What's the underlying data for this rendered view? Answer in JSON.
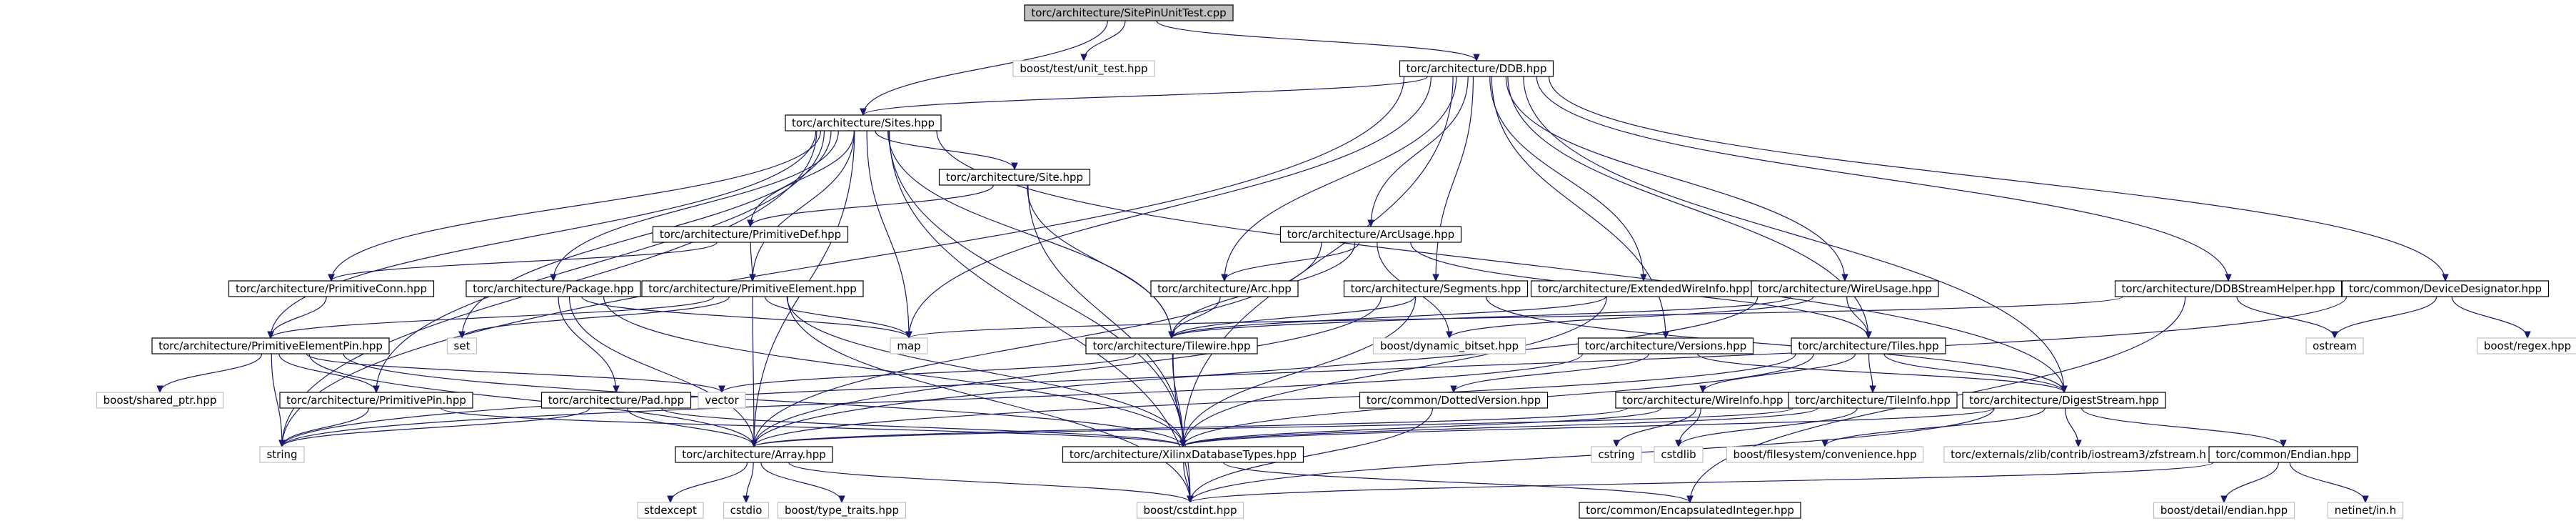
{
  "diagram": {
    "type": "include-dependency-graph",
    "root": "root",
    "nodes": [
      {
        "id": "root",
        "label": "torc/architecture/SitePinUnitTest.cpp",
        "kind": "root"
      },
      {
        "id": "unit_test",
        "label": "boost/test/unit_test.hpp",
        "kind": "system"
      },
      {
        "id": "sites",
        "label": "torc/architecture/Sites.hpp",
        "kind": "local"
      },
      {
        "id": "ddb",
        "label": "torc/architecture/DDB.hpp",
        "kind": "local"
      },
      {
        "id": "site",
        "label": "torc/architecture/Site.hpp",
        "kind": "local"
      },
      {
        "id": "primdef",
        "label": "torc/architecture/PrimitiveDef.hpp",
        "kind": "local"
      },
      {
        "id": "arcusage",
        "label": "torc/architecture/ArcUsage.hpp",
        "kind": "local"
      },
      {
        "id": "primconn",
        "label": "torc/architecture/PrimitiveConn.hpp",
        "kind": "local"
      },
      {
        "id": "package",
        "label": "torc/architecture/Package.hpp",
        "kind": "local"
      },
      {
        "id": "primelem",
        "label": "torc/architecture/PrimitiveElement.hpp",
        "kind": "local"
      },
      {
        "id": "arc",
        "label": "torc/architecture/Arc.hpp",
        "kind": "local"
      },
      {
        "id": "segments",
        "label": "torc/architecture/Segments.hpp",
        "kind": "local"
      },
      {
        "id": "extwire",
        "label": "torc/architecture/ExtendedWireInfo.hpp",
        "kind": "local"
      },
      {
        "id": "wireusage",
        "label": "torc/architecture/WireUsage.hpp",
        "kind": "local"
      },
      {
        "id": "ddbsh",
        "label": "torc/architecture/DDBStreamHelper.hpp",
        "kind": "local"
      },
      {
        "id": "devdes",
        "label": "torc/common/DeviceDesignator.hpp",
        "kind": "local"
      },
      {
        "id": "primelempin",
        "label": "torc/architecture/PrimitiveElementPin.hpp",
        "kind": "local"
      },
      {
        "id": "set",
        "label": "set",
        "kind": "system"
      },
      {
        "id": "map",
        "label": "map",
        "kind": "system"
      },
      {
        "id": "tilewire",
        "label": "torc/architecture/Tilewire.hpp",
        "kind": "local"
      },
      {
        "id": "dynbitset",
        "label": "boost/dynamic_bitset.hpp",
        "kind": "system"
      },
      {
        "id": "versions",
        "label": "torc/architecture/Versions.hpp",
        "kind": "local"
      },
      {
        "id": "tiles",
        "label": "torc/architecture/Tiles.hpp",
        "kind": "local"
      },
      {
        "id": "ostream",
        "label": "ostream",
        "kind": "system"
      },
      {
        "id": "regex",
        "label": "boost/regex.hpp",
        "kind": "system"
      },
      {
        "id": "sharedptr",
        "label": "boost/shared_ptr.hpp",
        "kind": "system"
      },
      {
        "id": "primpin",
        "label": "torc/architecture/PrimitivePin.hpp",
        "kind": "local"
      },
      {
        "id": "pad",
        "label": "torc/architecture/Pad.hpp",
        "kind": "local"
      },
      {
        "id": "vector",
        "label": "vector",
        "kind": "system"
      },
      {
        "id": "dotted",
        "label": "torc/common/DottedVersion.hpp",
        "kind": "local"
      },
      {
        "id": "wireinfo",
        "label": "torc/architecture/WireInfo.hpp",
        "kind": "local"
      },
      {
        "id": "tileinfo",
        "label": "torc/architecture/TileInfo.hpp",
        "kind": "local"
      },
      {
        "id": "digest",
        "label": "torc/architecture/DigestStream.hpp",
        "kind": "local"
      },
      {
        "id": "string",
        "label": "string",
        "kind": "system"
      },
      {
        "id": "array",
        "label": "torc/architecture/Array.hpp",
        "kind": "local"
      },
      {
        "id": "xdt",
        "label": "torc/architecture/XilinxDatabaseTypes.hpp",
        "kind": "local"
      },
      {
        "id": "cstring",
        "label": "cstring",
        "kind": "system"
      },
      {
        "id": "cstdlib",
        "label": "cstdlib",
        "kind": "system"
      },
      {
        "id": "fsconv",
        "label": "boost/filesystem/convenience.hpp",
        "kind": "system"
      },
      {
        "id": "zfstream",
        "label": "torc/externals/zlib/contrib/iostream3/zfstream.h",
        "kind": "system"
      },
      {
        "id": "endian",
        "label": "torc/common/Endian.hpp",
        "kind": "local"
      },
      {
        "id": "stdexcept",
        "label": "stdexcept",
        "kind": "system"
      },
      {
        "id": "cstdio",
        "label": "cstdio",
        "kind": "system"
      },
      {
        "id": "typetraits",
        "label": "boost/type_traits.hpp",
        "kind": "system"
      },
      {
        "id": "cstdint",
        "label": "boost/cstdint.hpp",
        "kind": "system"
      },
      {
        "id": "encint",
        "label": "torc/common/EncapsulatedInteger.hpp",
        "kind": "local"
      },
      {
        "id": "bdendian",
        "label": "boost/detail/endian.hpp",
        "kind": "system"
      },
      {
        "id": "netinet",
        "label": "netinet/in.h",
        "kind": "system"
      }
    ],
    "edges": [
      [
        "root",
        "unit_test"
      ],
      [
        "root",
        "sites"
      ],
      [
        "root",
        "ddb"
      ],
      [
        "ddb",
        "sites"
      ],
      [
        "ddb",
        "arcusage"
      ],
      [
        "ddb",
        "segments"
      ],
      [
        "ddb",
        "extwire"
      ],
      [
        "ddb",
        "wireusage"
      ],
      [
        "ddb",
        "ddbsh"
      ],
      [
        "ddb",
        "devdes"
      ],
      [
        "ddb",
        "versions"
      ],
      [
        "ddb",
        "tiles"
      ],
      [
        "ddb",
        "digest"
      ],
      [
        "ddb",
        "arc"
      ],
      [
        "ddb",
        "map"
      ],
      [
        "ddb",
        "string"
      ],
      [
        "ddb",
        "xdt"
      ],
      [
        "sites",
        "site"
      ],
      [
        "sites",
        "primdef"
      ],
      [
        "sites",
        "primconn"
      ],
      [
        "sites",
        "package"
      ],
      [
        "sites",
        "primelem"
      ],
      [
        "sites",
        "primelempin"
      ],
      [
        "sites",
        "primpin"
      ],
      [
        "sites",
        "set"
      ],
      [
        "sites",
        "map"
      ],
      [
        "sites",
        "tilewire"
      ],
      [
        "sites",
        "string"
      ],
      [
        "sites",
        "array"
      ],
      [
        "sites",
        "xdt"
      ],
      [
        "sites",
        "cstdint"
      ],
      [
        "sites",
        "digest"
      ],
      [
        "site",
        "primdef"
      ],
      [
        "site",
        "tilewire"
      ],
      [
        "site",
        "xdt"
      ],
      [
        "primdef",
        "primconn"
      ],
      [
        "primdef",
        "primelem"
      ],
      [
        "primconn",
        "primelempin"
      ],
      [
        "primelem",
        "primelempin"
      ],
      [
        "primelem",
        "set"
      ],
      [
        "primelem",
        "map"
      ],
      [
        "primelem",
        "array"
      ],
      [
        "primelem",
        "xdt"
      ],
      [
        "primelem",
        "cstdint"
      ],
      [
        "primelempin",
        "primpin"
      ],
      [
        "primelempin",
        "sharedptr"
      ],
      [
        "primelempin",
        "vector"
      ],
      [
        "primelempin",
        "string"
      ],
      [
        "primelempin",
        "array"
      ],
      [
        "primelempin",
        "xdt"
      ],
      [
        "primpin",
        "string"
      ],
      [
        "primpin",
        "xdt"
      ],
      [
        "package",
        "pad"
      ],
      [
        "package",
        "map"
      ],
      [
        "package",
        "array"
      ],
      [
        "package",
        "xdt"
      ],
      [
        "pad",
        "string"
      ],
      [
        "pad",
        "array"
      ],
      [
        "pad",
        "xdt"
      ],
      [
        "arcusage",
        "arc"
      ],
      [
        "arcusage",
        "tilewire"
      ],
      [
        "arcusage",
        "tiles"
      ],
      [
        "arcusage",
        "dynbitset"
      ],
      [
        "arcusage",
        "array"
      ],
      [
        "arc",
        "tilewire"
      ],
      [
        "segments",
        "tilewire"
      ],
      [
        "segments",
        "array"
      ],
      [
        "segments",
        "xdt"
      ],
      [
        "segments",
        "digest"
      ],
      [
        "extwire",
        "tilewire"
      ],
      [
        "extwire",
        "xdt"
      ],
      [
        "wireusage",
        "tilewire"
      ],
      [
        "wireusage",
        "tiles"
      ],
      [
        "wireusage",
        "dynbitset"
      ],
      [
        "wireusage",
        "array"
      ],
      [
        "tilewire",
        "vector"
      ],
      [
        "tilewire",
        "xdt"
      ],
      [
        "tilewire",
        "cstdint"
      ],
      [
        "versions",
        "dotted"
      ],
      [
        "versions",
        "digest"
      ],
      [
        "versions",
        "string"
      ],
      [
        "tiles",
        "wireinfo"
      ],
      [
        "tiles",
        "tileinfo"
      ],
      [
        "tiles",
        "digest"
      ],
      [
        "tiles",
        "array"
      ],
      [
        "tiles",
        "xdt"
      ],
      [
        "wireinfo",
        "cstring"
      ],
      [
        "wireinfo",
        "cstdlib"
      ],
      [
        "wireinfo",
        "array"
      ],
      [
        "wireinfo",
        "xdt"
      ],
      [
        "tileinfo",
        "cstdlib"
      ],
      [
        "tileinfo",
        "array"
      ],
      [
        "tileinfo",
        "xdt"
      ],
      [
        "digest",
        "fsconv"
      ],
      [
        "digest",
        "zfstream"
      ],
      [
        "digest",
        "endian"
      ],
      [
        "digest",
        "cstdint"
      ],
      [
        "digest",
        "xdt"
      ],
      [
        "endian",
        "bdendian"
      ],
      [
        "endian",
        "netinet"
      ],
      [
        "endian",
        "cstdint"
      ],
      [
        "ddbsh",
        "ostream"
      ],
      [
        "ddbsh",
        "encint"
      ],
      [
        "ddbsh",
        "map"
      ],
      [
        "devdes",
        "ostream"
      ],
      [
        "devdes",
        "regex"
      ],
      [
        "devdes",
        "string"
      ],
      [
        "dotted",
        "cstdint"
      ],
      [
        "array",
        "stdexcept"
      ],
      [
        "array",
        "cstdio"
      ],
      [
        "array",
        "typetraits"
      ],
      [
        "array",
        "cstdint"
      ],
      [
        "xdt",
        "cstdint"
      ],
      [
        "xdt",
        "encint"
      ]
    ]
  }
}
